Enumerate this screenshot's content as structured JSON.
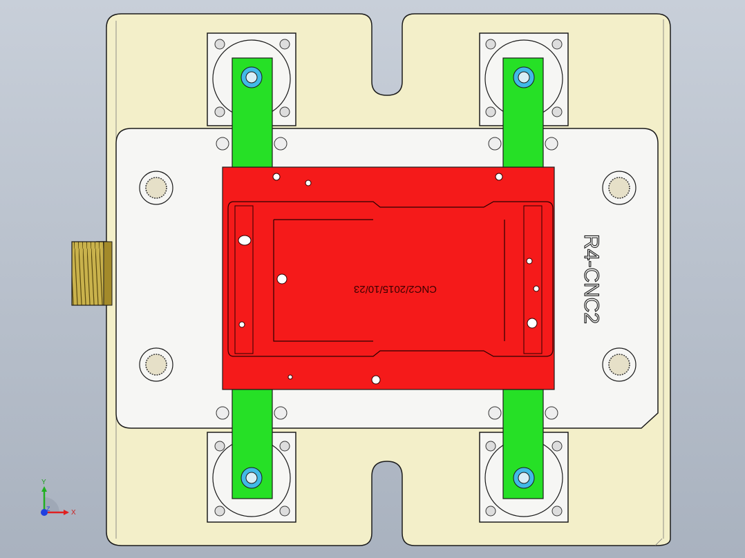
{
  "viewport": {
    "background_top": "#c8cfd9",
    "background_bottom": "#a9b2bf"
  },
  "colors": {
    "base_plate": "#f3efc9",
    "top_plate": "#f6f6f4",
    "workpiece": "#f51a1a",
    "clamp": "#26e026",
    "thread_fitting": "#b8a040",
    "washer_ring": "#41b9e6",
    "outline": "#1a1a1a"
  },
  "labels": {
    "fixture_id": "R4-CNC2",
    "part_engraving": "CNC2/2015/10/23"
  },
  "triad": {
    "x_label": "X",
    "y_label": "Y",
    "z_label": "Z",
    "x_color": "#e02020",
    "y_color": "#20b020",
    "z_color": "#2040e0"
  }
}
